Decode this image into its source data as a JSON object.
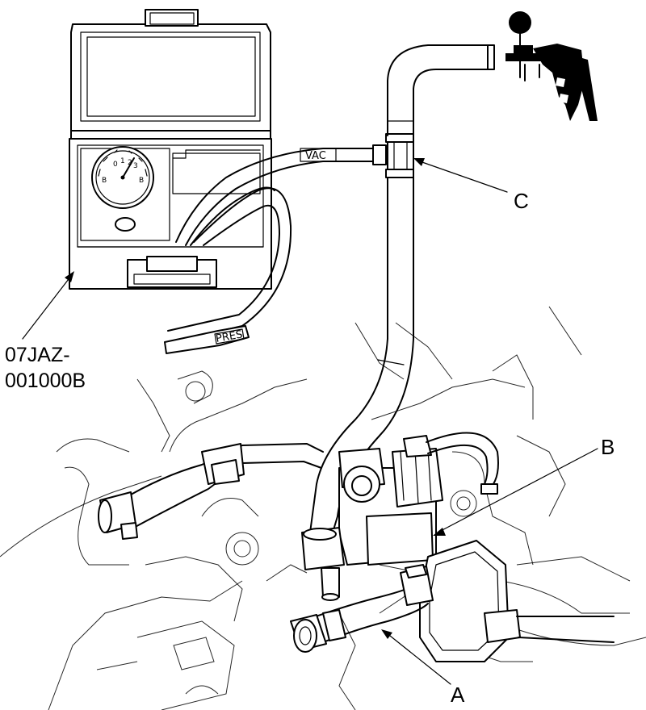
{
  "callouts": {
    "a": "A",
    "b": "B",
    "c": "C"
  },
  "tool_number": {
    "line1": "07JAZ-",
    "line2": "001000B"
  },
  "hose_tags": {
    "vac": "VAC",
    "pres": "PRES"
  },
  "gauge": {
    "left_mark": "B",
    "right_mark": "B",
    "scale_marks": [
      "0",
      "1",
      "2",
      "3"
    ]
  }
}
